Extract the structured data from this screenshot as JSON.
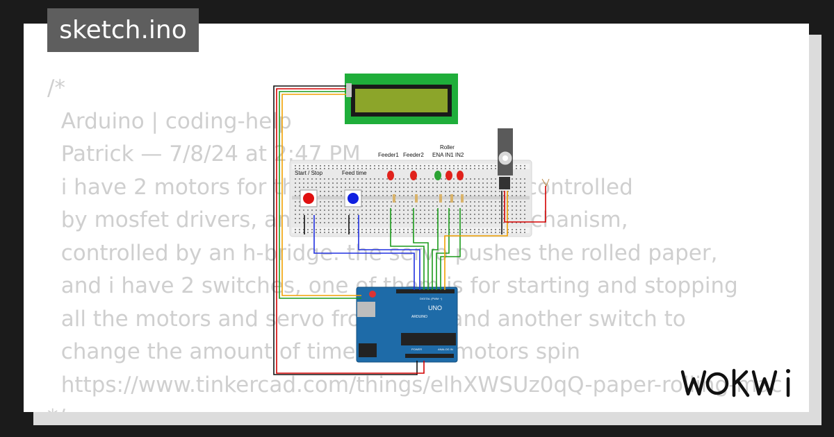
{
  "tab": {
    "filename": "sketch.ino"
  },
  "code_lines": [
    "/*",
    "  Arduino | coding-help",
    "  Patrick — 7/8/24 at 2:47 PM",
    "  i have 2 motors for th                         each controlled",
    "  by mosfet drivers, and                            mechanism,",
    "  controlled by an h-bridge. the servo pushes the rolled paper,",
    "  and i have 2 switches, one of them is for starting and stopping",
    "  all the motors and servo from          and another switch to",
    "  change the amount of time th          motors spin",
    "  https://www.tinkercad.com/things/elhXWSUz0qQ-paper-rolling-mac",
    "*/"
  ],
  "diagram": {
    "labels": {
      "start_stop": "Start / Stop",
      "feed_time": "Feed time",
      "feeder1": "Feeder1",
      "feeder2": "Feeder2",
      "roller": "Roller",
      "roller_pins": "ENA IN1 IN2",
      "board_uno": "UNO",
      "board_arduino": "ARDUINO",
      "board_digital": "DIGITAL (PWM ~)",
      "board_analog": "ANALOG IN",
      "board_power": "POWER"
    },
    "colors": {
      "lcd_frame": "#1fae3a",
      "lcd_screen": "#8ca52a",
      "board": "#1e6ba8",
      "led_red": "#e0221c",
      "led_green": "#2aa132",
      "button_red": "#e01010",
      "button_blue": "#1020e0",
      "wire_black": "#111111",
      "wire_red": "#d40000",
      "wire_green": "#1a9a1a",
      "wire_orange": "#f0a000",
      "wire_blue": "#2030e0"
    }
  },
  "brand": {
    "logo": "WOKWI"
  }
}
